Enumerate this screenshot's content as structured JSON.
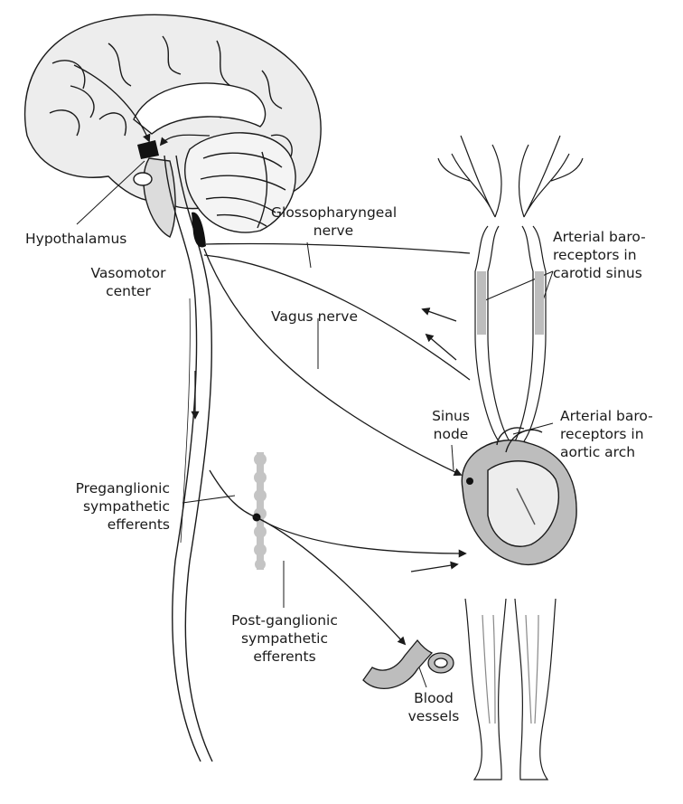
{
  "labels": {
    "hypothalamus": "Hypothalamus",
    "vasomotor": [
      "Vasomotor",
      "center"
    ],
    "glosso": [
      "Glossopharyngeal",
      "nerve"
    ],
    "vagus": "Vagus nerve",
    "carotid": [
      "Arterial baro-",
      "receptors in",
      "carotid sinus"
    ],
    "aortic": [
      "Arterial baro-",
      "receptors in",
      "aortic arch"
    ],
    "sinus": [
      "Sinus",
      "node"
    ],
    "preganglionic": [
      "Preganglionic",
      "sympathetic",
      "efferents"
    ],
    "postganglionic": [
      "Post-ganglionic",
      "sympathetic",
      "efferents"
    ],
    "blood": [
      "Blood",
      "vessels"
    ]
  },
  "colors": {
    "ink": "#1a1a1a",
    "tissue": "#ededed",
    "vessel": "#bdbdbd",
    "chain": "#c4c4c4",
    "dark": "#111111"
  },
  "icons": [
    "brain-illustration",
    "spinal-cord-illustration",
    "sympathetic-chain-illustration",
    "carotid-arteries-illustration",
    "heart-illustration",
    "legs-illustration",
    "blood-vessel-illustration"
  ]
}
